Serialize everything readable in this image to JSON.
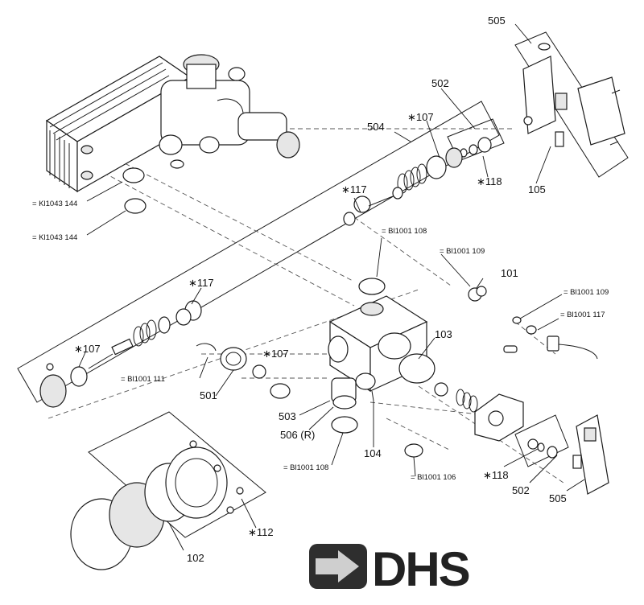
{
  "labels": {
    "l505_top": "505",
    "l502_top": "502",
    "l107_top": "∗107",
    "l504": "504",
    "l118_top": "∗118",
    "l105": "105",
    "l117_top": "∗117",
    "l117_mid": "∗117",
    "l107_left": "∗107",
    "l107_mid": "∗107",
    "l101": "101",
    "l103": "103",
    "l501": "501",
    "l503": "503",
    "l506": "506 (R)",
    "l104": "104",
    "l118_bot": "∗118",
    "l502_bot": "502",
    "l505_bot": "505",
    "l112": "∗112",
    "l102": "102"
  },
  "refs": {
    "r_kl_1": "= Kl1043 144",
    "r_kl_2": "= Kl1043 144",
    "r_bl108_top": "= Bl1001 108",
    "r_bl109_a": "= Bl1001 109",
    "r_bl109_b": "= Bl1001 109",
    "r_bl117": "= Bl1001 117",
    "r_bl111": "= Bl1001 111",
    "r_bl108_bot": "= Bl1001 108",
    "r_bl106": "= Bl1001 106"
  },
  "logo": {
    "text": "DHS",
    "brand_color": "#222222",
    "arrow_color": "#444444"
  }
}
